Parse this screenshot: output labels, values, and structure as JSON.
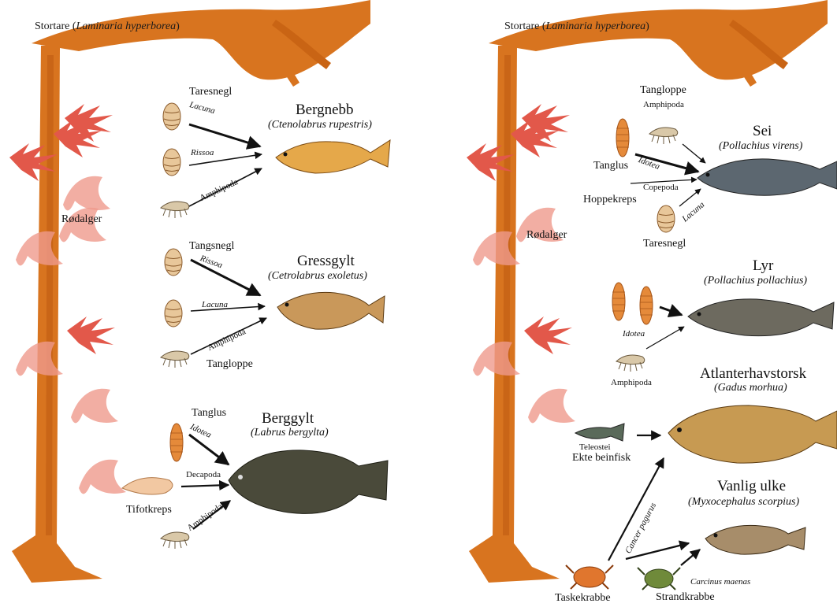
{
  "colors": {
    "kelp": "#d8741f",
    "kelp_dark": "#b9560f",
    "red_algae": "#e2584a",
    "pink_algae": "#ef9a8c",
    "arrow": "#111111"
  },
  "left": {
    "kelp_label": "Stortare",
    "kelp_latin": "Laminaria hyperborea",
    "algae_label": "Rødalger",
    "bergnebb": {
      "name": "Bergnebb",
      "latin": "Ctenolabrus rupestris",
      "prey": [
        {
          "name": "Taresnegl",
          "latin": "Lacuna"
        },
        {
          "latin": "Rissoa"
        },
        {
          "latin": "Amphipoda"
        }
      ]
    },
    "gressgylt": {
      "name": "Gressgylt",
      "latin": "Cetrolabrus exoletus",
      "prey": [
        {
          "name": "Tangsnegl",
          "latin": "Rissoa"
        },
        {
          "latin": "Lacuna"
        },
        {
          "latin": "Amphipoda",
          "name": "Tangloppe"
        }
      ]
    },
    "berggylt": {
      "name": "Berggylt",
      "latin": "Labrus bergylta",
      "prey": [
        {
          "name": "Tanglus",
          "latin": "Idotea"
        },
        {
          "name": "Tifotkreps",
          "latin": "Decapoda"
        },
        {
          "latin": "Amphipoda"
        }
      ]
    }
  },
  "right": {
    "kelp_label": "Stortare",
    "kelp_latin": "Laminaria hyperborea",
    "algae_label": "Rødalger",
    "sei": {
      "name": "Sei",
      "latin": "Pollachius virens",
      "prey": [
        {
          "name": "Tangloppe",
          "latin": "Amphipoda"
        },
        {
          "name": "Tanglus",
          "latin": "Idotea"
        },
        {
          "name": "Hoppekreps",
          "latin": "Copepoda"
        },
        {
          "name": "Taresnegl",
          "latin": "Lacuna"
        }
      ]
    },
    "lyr": {
      "name": "Lyr",
      "latin": "Pollachius pollachius",
      "prey": [
        {
          "latin": "Idotea"
        },
        {
          "latin": "Amphipoda"
        }
      ]
    },
    "torsk": {
      "name": "Atlanterhavstorsk",
      "latin": "Gadus morhua",
      "prey": [
        {
          "name": "Ekte beinfisk",
          "latin": "Teleostei"
        }
      ]
    },
    "ulke": {
      "name": "Vanlig ulke",
      "latin": "Myxocephalus scorpius"
    },
    "crabs": [
      {
        "name": "Taskekrabbe",
        "latin": "Cancer pagurus"
      },
      {
        "name": "Strandkrabbe",
        "latin": "Carcinus maenas"
      }
    ]
  }
}
